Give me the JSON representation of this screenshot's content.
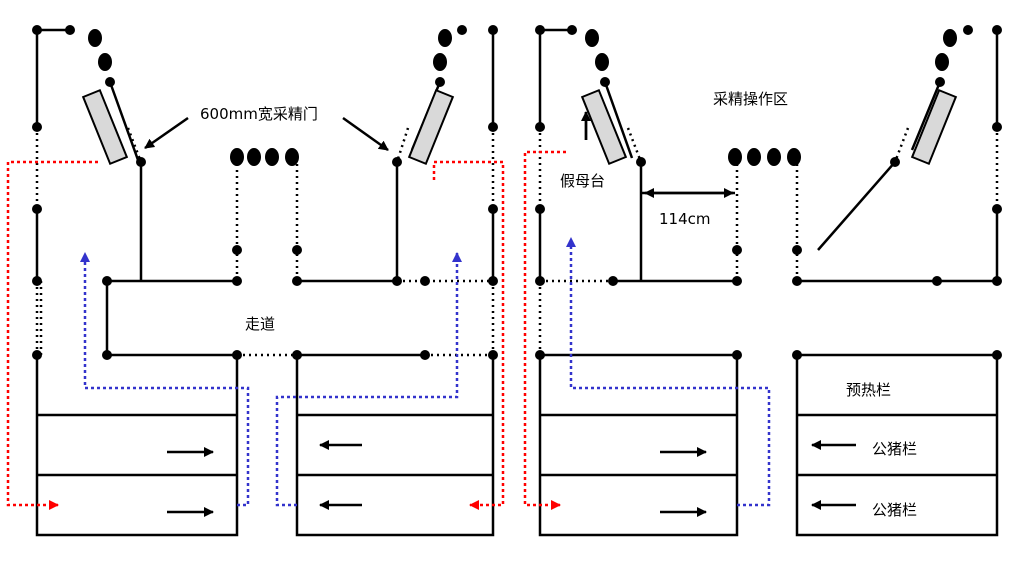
{
  "labels": {
    "gate_width": "600mm宽采精门",
    "aisle": "走道",
    "collection_area": "采精操作区",
    "dummy_sow": "假母台",
    "width_measure": "114cm",
    "preheat_pen": "预热栏",
    "boar_pen_1": "公猪栏",
    "boar_pen_2": "公猪栏"
  },
  "colors": {
    "wall": "#000000",
    "red_route": "#ff0000",
    "blue_route": "#3333cc",
    "gate_fill": "#d9d9d9"
  }
}
